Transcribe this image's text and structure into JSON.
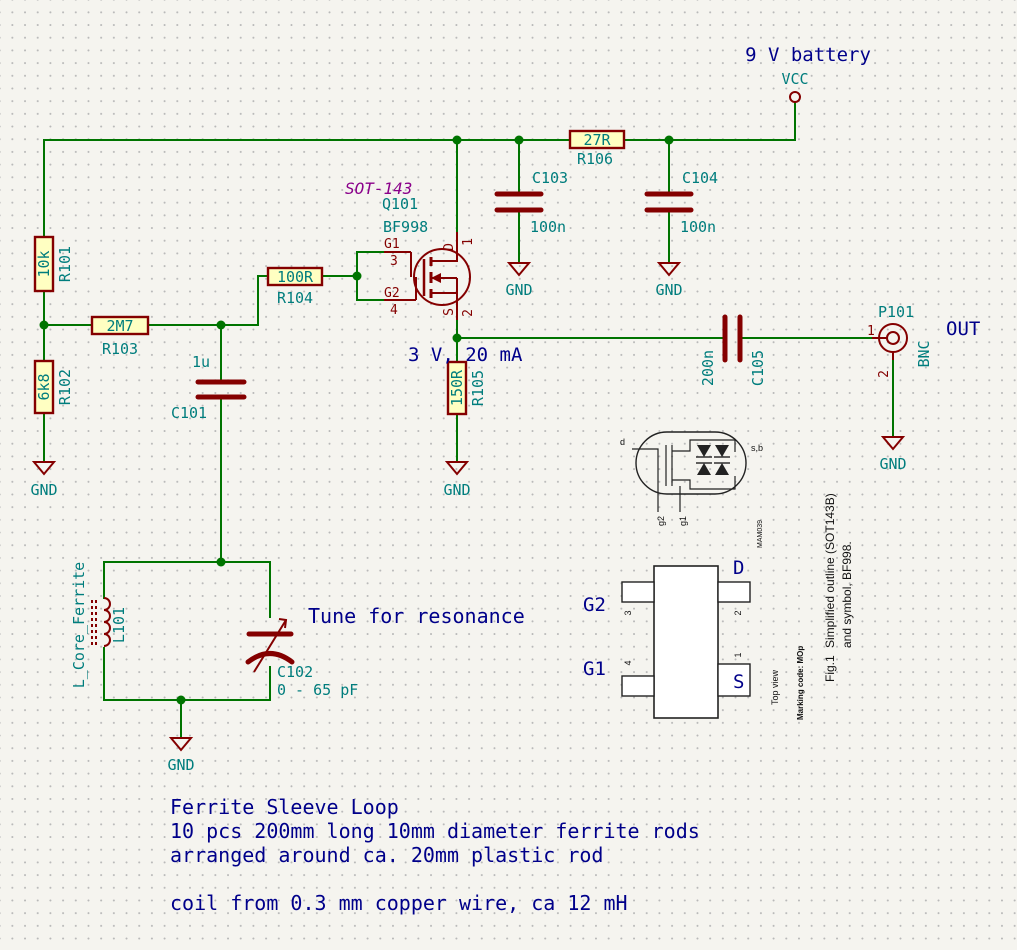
{
  "power": {
    "vcc": "VCC",
    "gnd": "GND"
  },
  "labels": {
    "battery": "9 V battery",
    "out": "OUT",
    "tune": "Tune for resonance",
    "bias": "3 V, 20 mA"
  },
  "components": {
    "r101": {
      "ref": "R101",
      "value": "10k"
    },
    "r102": {
      "ref": "R102",
      "value": "6k8"
    },
    "r103": {
      "ref": "R103",
      "value": "2M7"
    },
    "r104": {
      "ref": "R104",
      "value": "100R"
    },
    "r105": {
      "ref": "R105",
      "value": "150R"
    },
    "r106": {
      "ref": "R106",
      "value": "27R"
    },
    "c101": {
      "ref": "C101",
      "value": "1u"
    },
    "c102": {
      "ref": "C102",
      "value": "0 - 65 pF"
    },
    "c103": {
      "ref": "C103",
      "value": "100n"
    },
    "c104": {
      "ref": "C104",
      "value": "100n"
    },
    "c105": {
      "ref": "C105",
      "value": "200n"
    },
    "l101": {
      "ref": "L101",
      "value": "L_Core_Ferrite"
    },
    "q101": {
      "ref": "Q101",
      "value": "BF998",
      "footprint": "SOT-143",
      "g1_label": "G1",
      "g2_label": "G2",
      "d_label": "D",
      "s_label": "S",
      "pin1": "1",
      "pin2": "2",
      "pin3": "3",
      "pin4": "4"
    },
    "p101": {
      "ref": "P101",
      "value": "BNC",
      "pin1": "1",
      "pin2": "2"
    }
  },
  "package": {
    "g1": "G1",
    "g2": "G2",
    "d": "D",
    "s": "S"
  },
  "datasheet": {
    "pin_d": "d",
    "pin_sb": "s,b",
    "pin_g1": "g1",
    "pin_g2": "g2",
    "code": "MAM039",
    "pkg_pin1": "1",
    "pkg_pin2": "2",
    "pkg_pin3": "3",
    "pkg_pin4": "4",
    "top_view": "Top view",
    "marking": "Marking code: MOp",
    "fig": "Fig.1",
    "caption1": "Simplified outline (SOT143B)",
    "caption2": "and symbol, BF998."
  },
  "notes": [
    "Ferrite Sleeve Loop",
    "10 pcs 200mm long 10mm diameter ferrite rods",
    "arranged around ca. 20mm plastic rod",
    "coil from 0.3 mm copper wire, ca 12 mH"
  ]
}
